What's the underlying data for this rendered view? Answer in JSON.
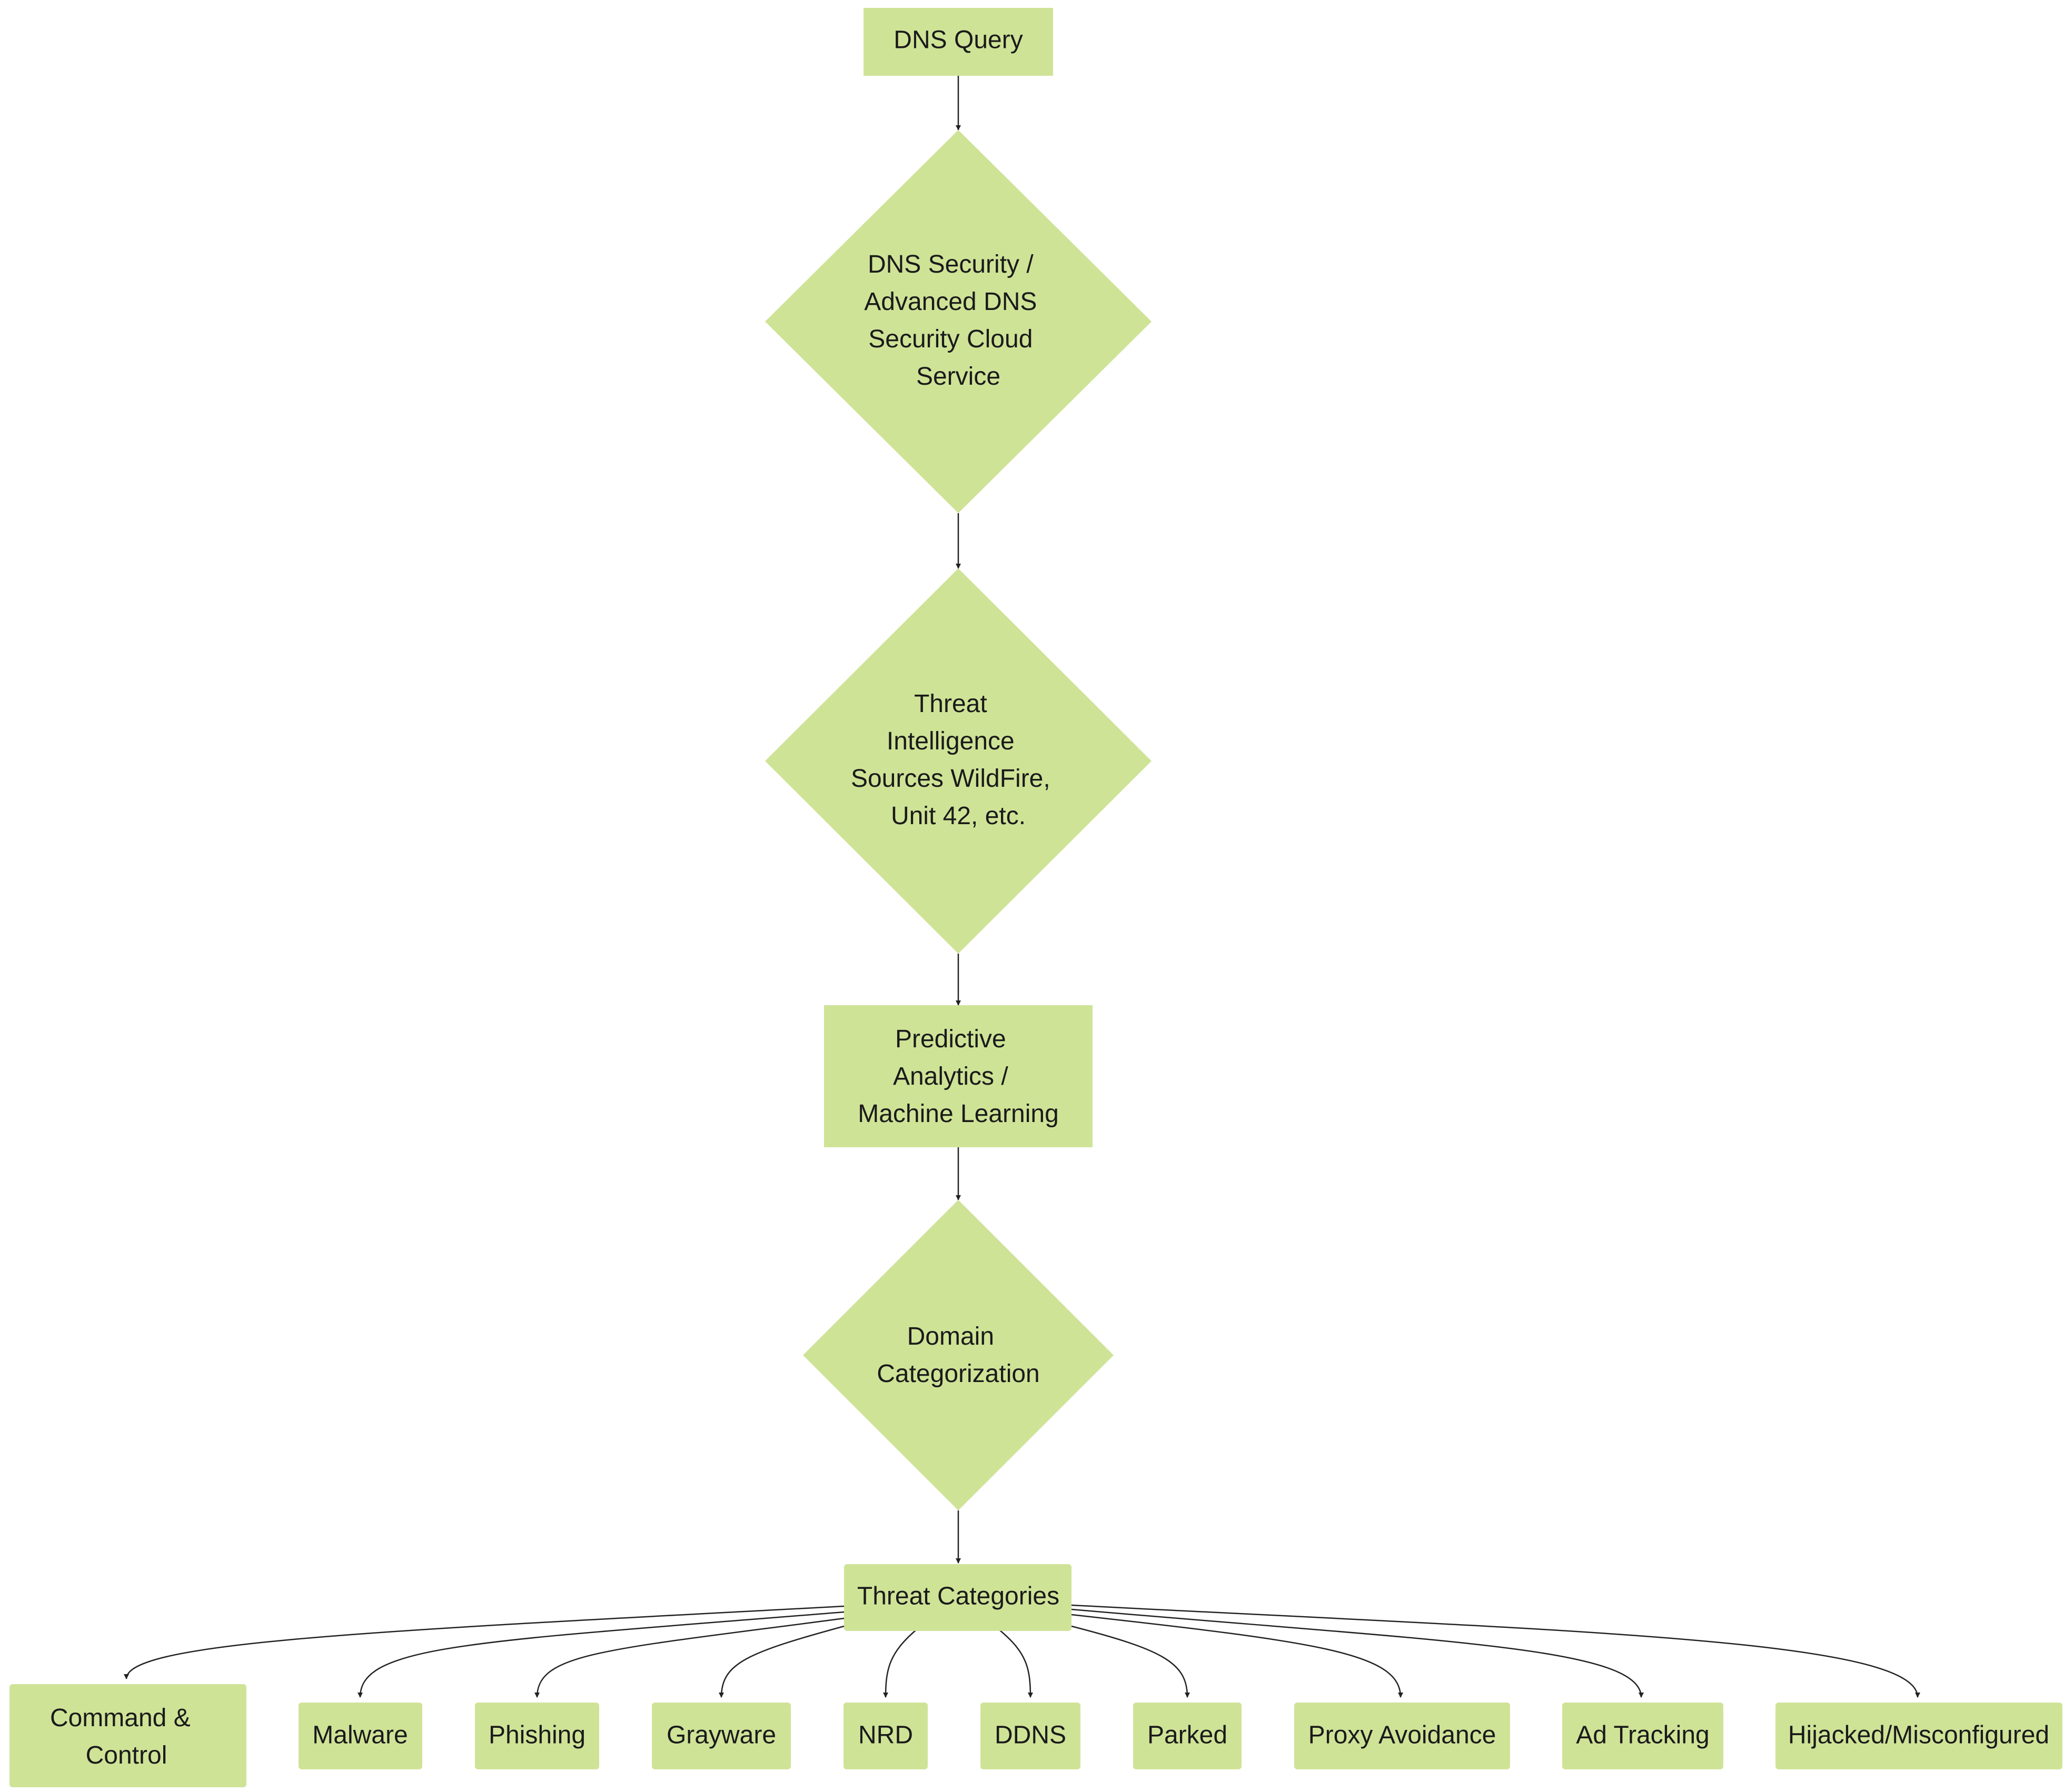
{
  "colors": {
    "node_fill": "#cfe397",
    "edge": "#222222",
    "text": "#1a1a1a",
    "background": "#ffffff"
  },
  "nodes": {
    "dns_query": {
      "label": "DNS Query"
    },
    "dns_security": {
      "lines": [
        "DNS Security /",
        "Advanced DNS",
        "Security Cloud",
        "Service"
      ]
    },
    "threat_intel": {
      "lines": [
        "Threat",
        "Intelligence",
        "Sources WildFire,",
        "Unit 42, etc."
      ]
    },
    "predictive": {
      "lines": [
        "Predictive",
        "Analytics /",
        "Machine Learning"
      ]
    },
    "domain_cat": {
      "lines": [
        "Domain",
        "Categorization"
      ]
    },
    "threat_categories": {
      "label": "Threat Categories"
    }
  },
  "categories": [
    {
      "lines": [
        "Command &",
        "Control"
      ]
    },
    {
      "lines": [
        "Malware"
      ]
    },
    {
      "lines": [
        "Phishing"
      ]
    },
    {
      "lines": [
        "Grayware"
      ]
    },
    {
      "lines": [
        "NRD"
      ]
    },
    {
      "lines": [
        "DDNS"
      ]
    },
    {
      "lines": [
        "Parked"
      ]
    },
    {
      "lines": [
        "Proxy Avoidance"
      ]
    },
    {
      "lines": [
        "Ad Tracking"
      ]
    },
    {
      "lines": [
        "Hijacked/Misconfigured"
      ]
    }
  ]
}
